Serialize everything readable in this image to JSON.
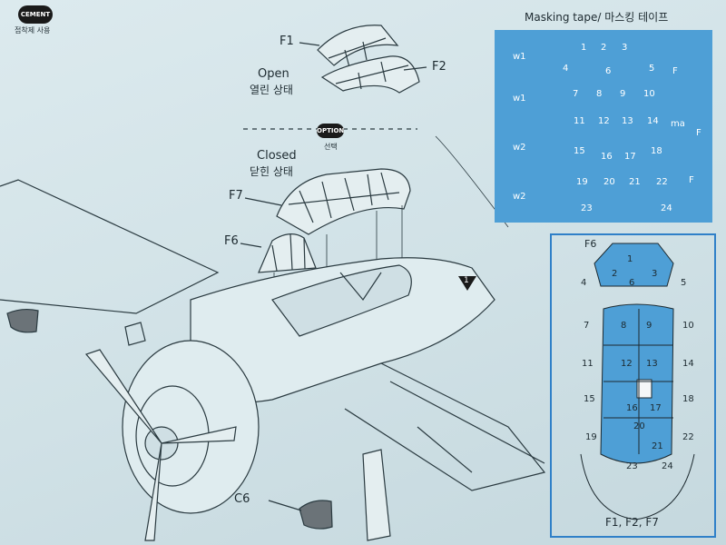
{
  "top_left": {
    "cement_label": "CEMENT",
    "cement_caption": "접착제 사용"
  },
  "canopy": {
    "f1": "F1",
    "f2": "F2",
    "open_en": "Open",
    "open_ko": "열린 상태",
    "option_label": "OPTION",
    "option_ko": "선택",
    "closed_en": "Closed",
    "closed_ko": "닫힌 상태",
    "f7": "F7",
    "f6": "F6"
  },
  "fuselage": {
    "step_marker": "1",
    "c6": "C6"
  },
  "masking": {
    "title": "Masking tape/ 마스킹 테이프",
    "pieces": [
      "w1",
      "w1",
      "w2",
      "w2",
      "1",
      "2",
      "3",
      "4",
      "5",
      "6",
      "7",
      "8",
      "9",
      "10",
      "11",
      "12",
      "13",
      "14",
      "15",
      "16",
      "17",
      "18",
      "19",
      "20",
      "21",
      "22",
      "23",
      "24",
      "F",
      "F",
      "F",
      "ma"
    ]
  },
  "diagram": {
    "title": "F6",
    "outer_numbers": [
      "4",
      "5",
      "7",
      "10",
      "11",
      "14",
      "15",
      "18",
      "19",
      "22"
    ],
    "inner_numbers": [
      "1",
      "2",
      "3",
      "6",
      "8",
      "9",
      "12",
      "13",
      "16",
      "17",
      "20",
      "21",
      "23",
      "24"
    ],
    "caption": "F1, F2, F7"
  },
  "colors": {
    "mask_blue": "#4e9fd6",
    "box_border": "#2f80c8",
    "line": "#2a3a40"
  }
}
